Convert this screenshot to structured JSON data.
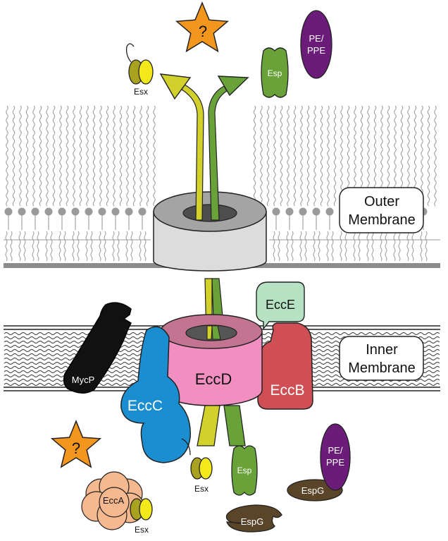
{
  "labels": {
    "outer_membrane": [
      "Outer",
      "Membrane"
    ],
    "inner_membrane": [
      "Inner",
      "Membrane"
    ],
    "eccA": "EccA",
    "eccB": "EccB",
    "eccC": "EccC",
    "eccD": "EccD",
    "eccE": "EccE",
    "mycP": "MycP",
    "esx": "Esx",
    "esp": "Esp",
    "espG": "EspG",
    "pe_ppe": [
      "PE/",
      "PPE"
    ],
    "unknown": "?"
  },
  "colors": {
    "eccA": "#f6b98f",
    "eccB": "#d04f55",
    "eccC": "#1b8ed1",
    "eccD": "#f08fc0",
    "eccD_top": "#c27490",
    "eccE": "#b6e2c4",
    "mycP": "#111111",
    "pe_ppe": "#6b1c78",
    "espG": "#5a4528",
    "esp": "#6aa23a",
    "esx_dark": "#a8a21e",
    "esx_light": "#f2e81a",
    "channel_yellow": "#d2d02a",
    "channel_green": "#6aa23a",
    "star": "#f2961e",
    "pore": "#dcdcdc",
    "lipid": "#9a9a9a"
  }
}
